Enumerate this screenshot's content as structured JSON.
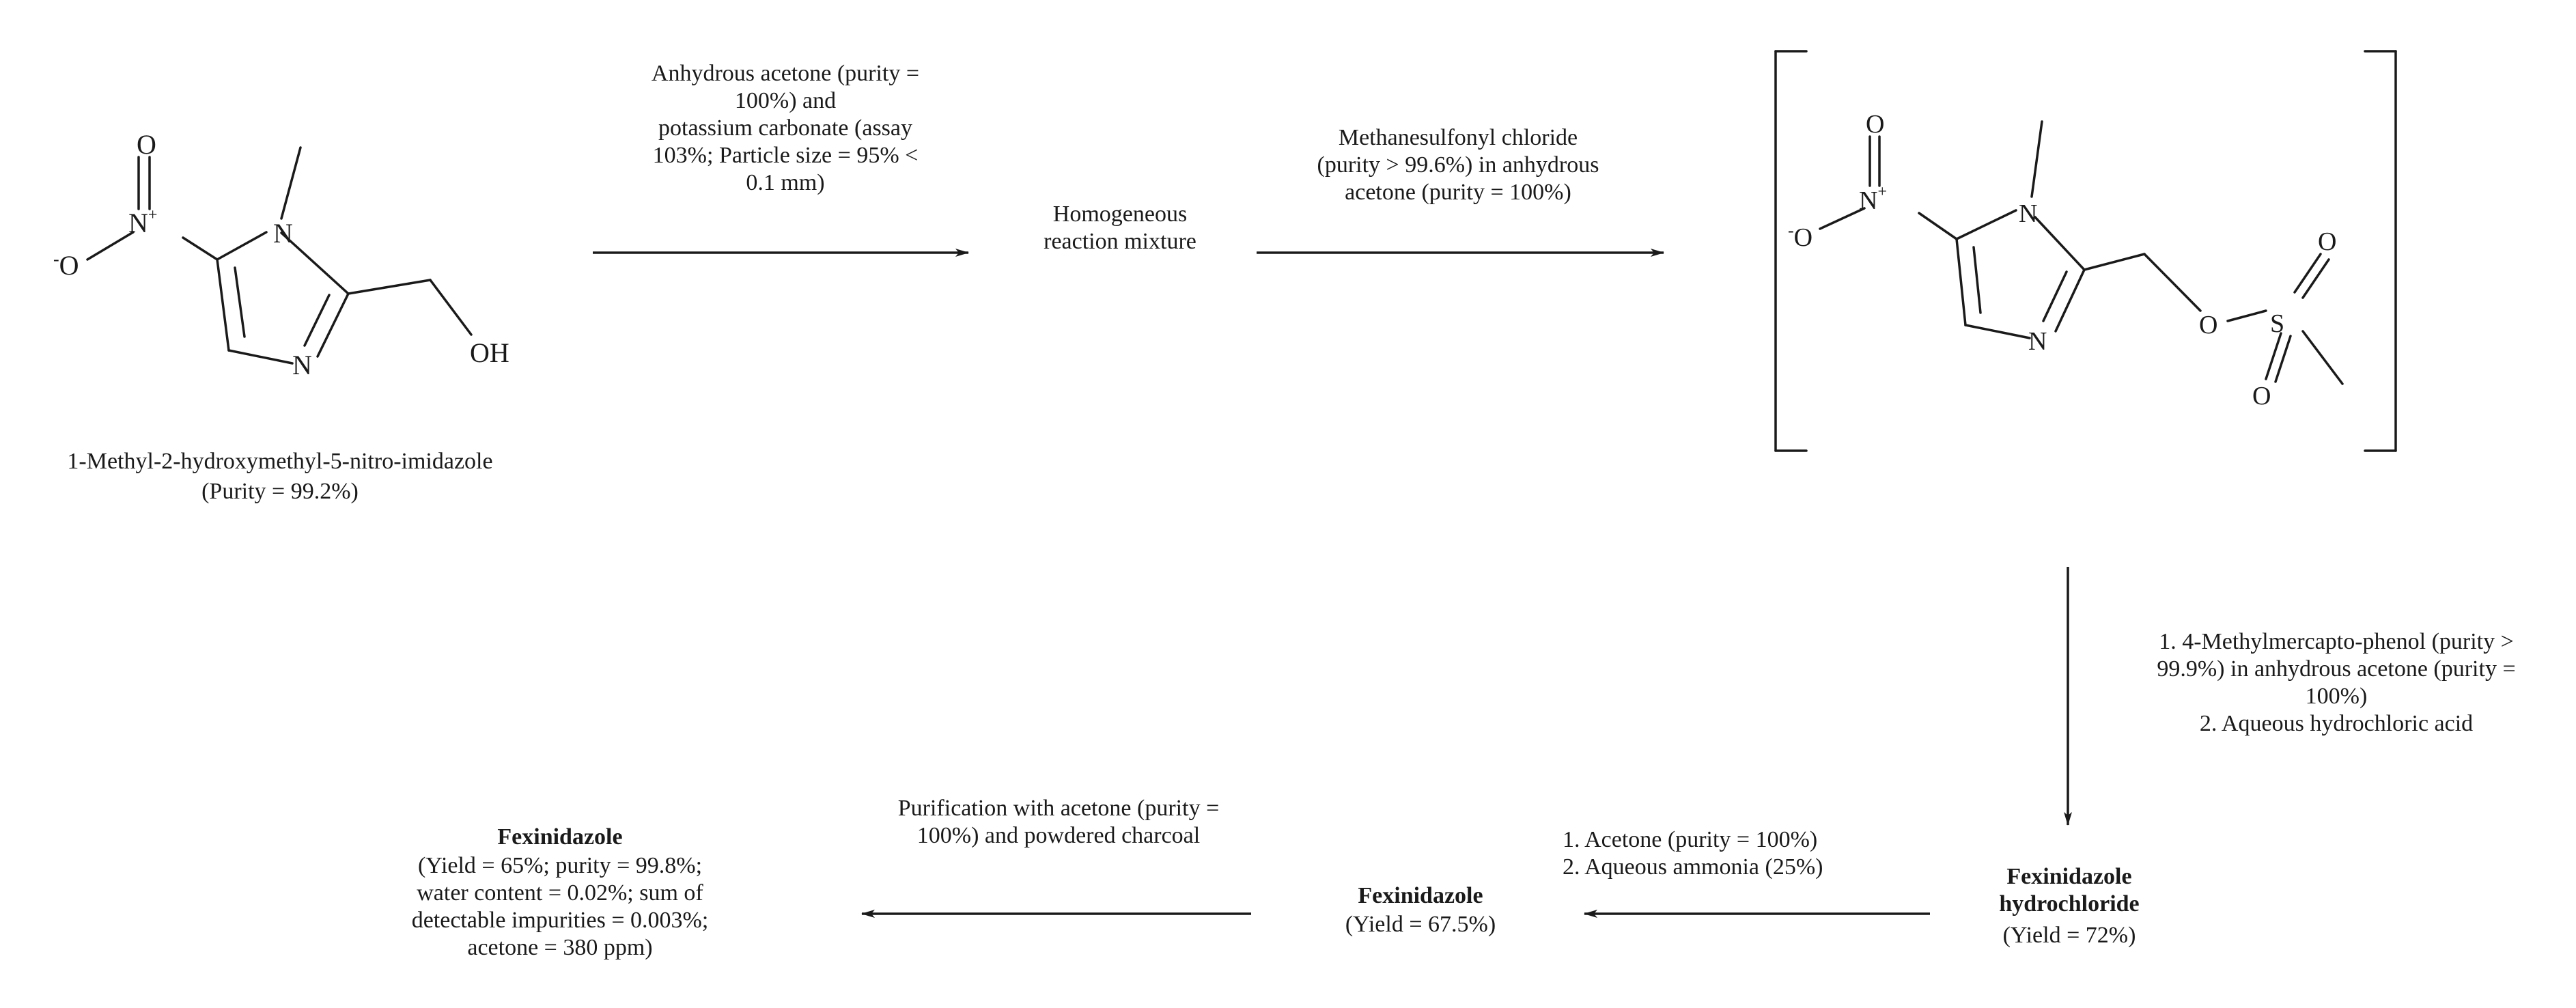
{
  "step1": {
    "reagents": "Anhydrous acetone (purity =\n100%) and\npotassium carbonate (assay\n103%; Particle size = 95% <\n0.1 mm)"
  },
  "intermediate1": {
    "label": "Homogeneous\nreaction mixture"
  },
  "step2": {
    "reagents": "Methanesulfonyl chloride\n(purity > 99.6%) in anhydrous\nacetone (purity = 100%)"
  },
  "step3": {
    "reagents": "1. 4-Methylmercapto-phenol (purity >\n99.9%) in anhydrous acetone (purity =\n100%)\n2. Aqueous hydrochloric acid"
  },
  "step4": {
    "reagents": "1. Acetone (purity = 100%)\n2. Aqueous ammonia (25%)"
  },
  "step5": {
    "reagents": "Purification with acetone (purity =\n100%) and powdered charcoal"
  },
  "starting_material": {
    "name": "1-Methyl-2-hydroxymethyl-5-nitro-imidazole",
    "purity": "(Purity = 99.2%)",
    "atoms": {
      "o_top": "O",
      "o_minus": "-O",
      "n_plus": "N+",
      "n1": "N",
      "n3": "N",
      "oh": "OH"
    }
  },
  "mesylate": {
    "atoms": {
      "o_top": "O",
      "o_minus": "-O",
      "n_plus": "N+",
      "n1": "N",
      "n3": "N",
      "o_link": "O",
      "s": "S",
      "o_s1": "O",
      "o_s2": "O"
    }
  },
  "hydrochloride": {
    "name": "Fexinidazole\nhydrochloride",
    "yield": "(Yield = 72%)"
  },
  "crude_product": {
    "name": "Fexinidazole",
    "yield": "(Yield = 67.5%)"
  },
  "final_product": {
    "name": "Fexinidazole",
    "details": "(Yield = 65%; purity = 99.8%;\nwater content = 0.02%; sum of\ndetectable impurities = 0.003%;\nacetone = 380 ppm)"
  }
}
